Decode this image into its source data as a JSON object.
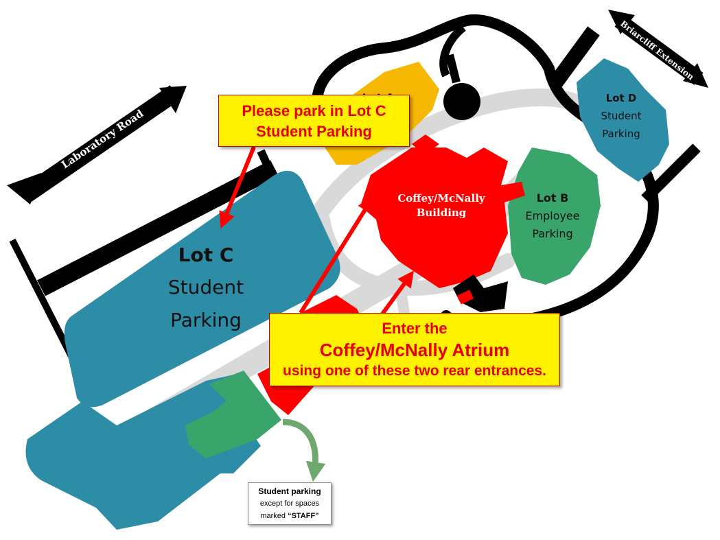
{
  "roads": {
    "laboratory": "Laboratory Road",
    "briarcliff": "Briarcliff Extension"
  },
  "lots": {
    "lot_a": "Lot A",
    "lot_b": {
      "name": "Lot B",
      "line1": "Employee",
      "line2": "Parking"
    },
    "lot_c": {
      "name": "Lot C",
      "line1": "Student",
      "line2": "Parking"
    },
    "lot_d": {
      "name": "Lot D",
      "line1": "Student",
      "line2": "Parking"
    }
  },
  "building": {
    "line1": "Coffey/McNally",
    "line2": "Building"
  },
  "callouts": {
    "park": {
      "line1": "Please park in Lot C",
      "line2": "Student Parking"
    },
    "enter": {
      "line1": "Enter the",
      "line2": "Coffey/McNally Atrium",
      "line3": "using one of these two rear entrances."
    }
  },
  "note": {
    "line1": "Student parking",
    "line2": "except for spaces",
    "line3_prefix": "marked ",
    "line3_bold": "“STAFF”"
  },
  "colors": {
    "teal_lot": "#2e8da6",
    "green_lot": "#3aa56b",
    "gold_lot": "#f6b800",
    "building_red": "#ff0000",
    "road_black": "#000000",
    "path_gray": "#d9d9d9",
    "callout_yellow": "#fff200",
    "callout_text": "#e60000",
    "note_arrow": "#6fa86f"
  },
  "icons": {
    "road_arrow": "double-headed-arrow-icon",
    "pointer": "red-arrow-icon",
    "note_pointer": "curved-arrow-icon"
  }
}
